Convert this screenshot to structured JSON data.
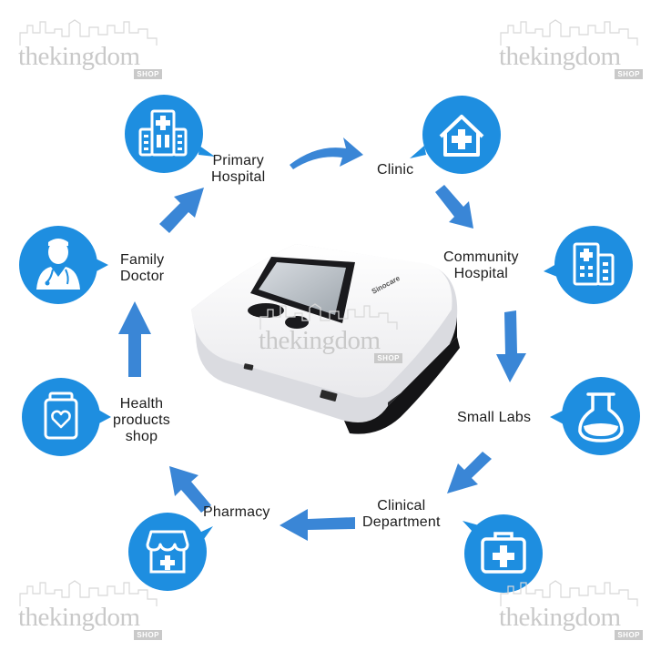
{
  "colors": {
    "node_blue": "#1e8ee0",
    "arrow_blue": "#3a86d6",
    "text": "#1c1c1c",
    "watermark": "#c9c9c9"
  },
  "nodes": [
    {
      "id": "primary-hospital",
      "label": [
        "Primary",
        "Hospital"
      ],
      "icon": "hospital-building-icon"
    },
    {
      "id": "clinic",
      "label": [
        "Clinic"
      ],
      "icon": "house-cross-icon"
    },
    {
      "id": "community-hospital",
      "label": [
        "Community",
        "Hospital"
      ],
      "icon": "hospital-tower-icon"
    },
    {
      "id": "small-labs",
      "label": [
        "Small Labs"
      ],
      "icon": "flask-icon"
    },
    {
      "id": "clinical-department",
      "label": [
        "Clinical",
        "Department"
      ],
      "icon": "first-aid-kit-icon"
    },
    {
      "id": "pharmacy",
      "label": [
        "Pharmacy"
      ],
      "icon": "pharmacy-store-icon"
    },
    {
      "id": "health-products-shop",
      "label": [
        "Health",
        "products",
        "shop"
      ],
      "icon": "heart-jar-icon"
    },
    {
      "id": "family-doctor",
      "label": [
        "Family",
        "Doctor"
      ],
      "icon": "doctor-icon"
    }
  ],
  "device": {
    "brand": "Sinocare",
    "icon": "analyzer-device-icon"
  },
  "watermark": {
    "text": "thekingdom",
    "badge": "SHOP"
  }
}
